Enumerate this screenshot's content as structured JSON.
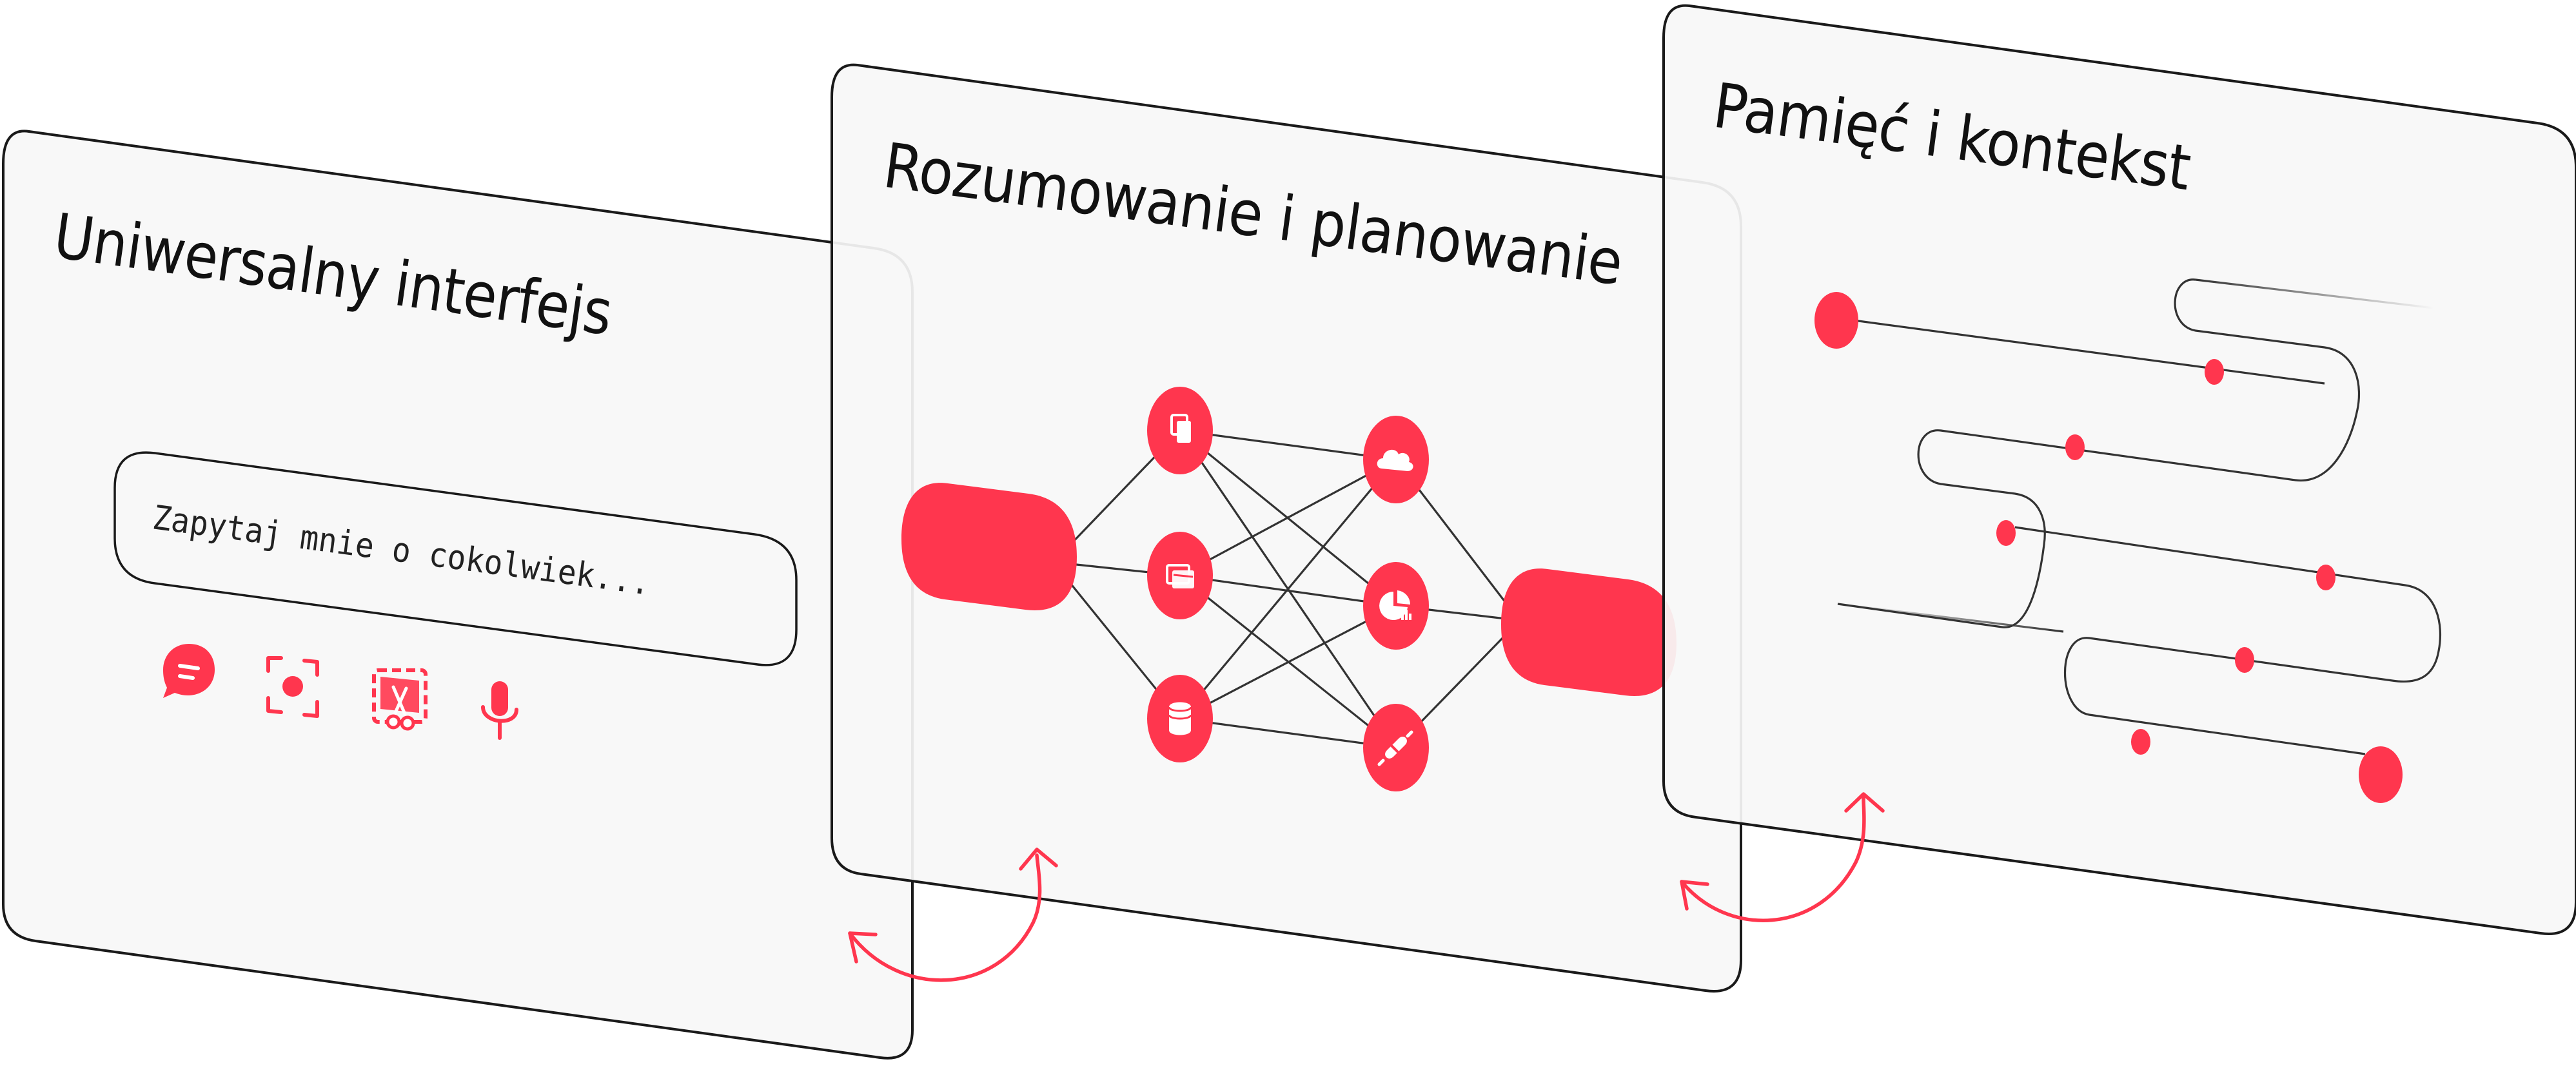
{
  "panels": {
    "interface": {
      "title": "Uniwersalny interfejs",
      "input_placeholder": "Zapytaj mnie o cokolwiek...",
      "icons": [
        "chat-bubble-icon",
        "screen-capture-icon",
        "snippet-scissors-icon",
        "microphone-icon"
      ]
    },
    "reasoning": {
      "title": "Rozumowanie i planowanie",
      "node_icons": [
        "documents-icon",
        "window-icon",
        "database-icon",
        "cloud-icon",
        "pie-chart-icon",
        "plug-icon"
      ]
    },
    "memory": {
      "title": "Pamięć i kontekst"
    }
  },
  "colors": {
    "accent": "#ff364e",
    "panel": "#f8f8f8",
    "line": "#333333"
  }
}
